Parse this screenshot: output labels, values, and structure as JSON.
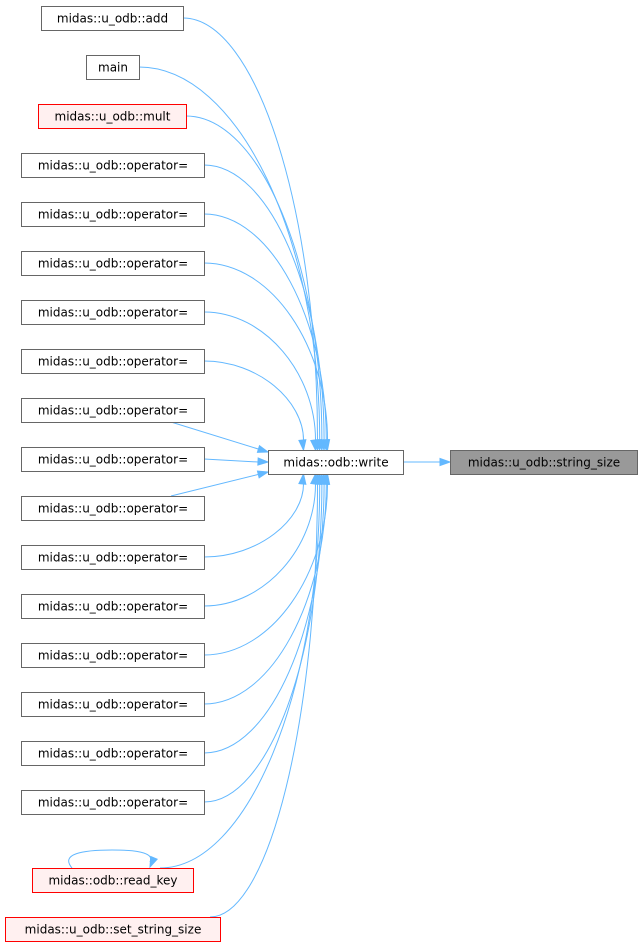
{
  "diagram": {
    "type": "call-graph",
    "colors": {
      "edge": "#63b8ff",
      "node_border": "#666666",
      "node_fill": "#ffffff",
      "red_border": "#ff0000",
      "red_fill": "#fff0f0",
      "focus_fill": "#999999",
      "focus_border": "#666666"
    },
    "focus_node": {
      "id": "string_size",
      "label": "midas::u_odb::string_size"
    },
    "hub_node": {
      "id": "write",
      "label": "midas::odb::write"
    },
    "callers": [
      {
        "id": "add",
        "label": "midas::u_odb::add",
        "style": "normal"
      },
      {
        "id": "main",
        "label": "main",
        "style": "normal"
      },
      {
        "id": "mult",
        "label": "midas::u_odb::mult",
        "style": "red"
      },
      {
        "id": "op1",
        "label": "midas::u_odb::operator=",
        "style": "normal"
      },
      {
        "id": "op2",
        "label": "midas::u_odb::operator=",
        "style": "normal"
      },
      {
        "id": "op3",
        "label": "midas::u_odb::operator=",
        "style": "normal"
      },
      {
        "id": "op4",
        "label": "midas::u_odb::operator=",
        "style": "normal"
      },
      {
        "id": "op5",
        "label": "midas::u_odb::operator=",
        "style": "normal"
      },
      {
        "id": "op6",
        "label": "midas::u_odb::operator=",
        "style": "normal"
      },
      {
        "id": "op7",
        "label": "midas::u_odb::operator=",
        "style": "normal"
      },
      {
        "id": "op8",
        "label": "midas::u_odb::operator=",
        "style": "normal"
      },
      {
        "id": "op9",
        "label": "midas::u_odb::operator=",
        "style": "normal"
      },
      {
        "id": "op10",
        "label": "midas::u_odb::operator=",
        "style": "normal"
      },
      {
        "id": "op11",
        "label": "midas::u_odb::operator=",
        "style": "normal"
      },
      {
        "id": "op12",
        "label": "midas::u_odb::operator=",
        "style": "normal"
      },
      {
        "id": "op13",
        "label": "midas::u_odb::operator=",
        "style": "normal"
      },
      {
        "id": "op14",
        "label": "midas::u_odb::operator=",
        "style": "normal"
      },
      {
        "id": "read_key",
        "label": "midas::odb::read_key",
        "style": "red"
      },
      {
        "id": "set_string_size",
        "label": "midas::u_odb::set_string_size",
        "style": "red"
      }
    ],
    "edges": [
      {
        "from": "add",
        "to": "write"
      },
      {
        "from": "main",
        "to": "write"
      },
      {
        "from": "mult",
        "to": "write"
      },
      {
        "from": "op1",
        "to": "write"
      },
      {
        "from": "op2",
        "to": "write"
      },
      {
        "from": "op3",
        "to": "write"
      },
      {
        "from": "op4",
        "to": "write"
      },
      {
        "from": "op5",
        "to": "write"
      },
      {
        "from": "op6",
        "to": "write"
      },
      {
        "from": "op7",
        "to": "write"
      },
      {
        "from": "op8",
        "to": "write"
      },
      {
        "from": "op9",
        "to": "write"
      },
      {
        "from": "op10",
        "to": "write"
      },
      {
        "from": "op11",
        "to": "write"
      },
      {
        "from": "op12",
        "to": "write"
      },
      {
        "from": "op13",
        "to": "write"
      },
      {
        "from": "op14",
        "to": "write"
      },
      {
        "from": "read_key",
        "to": "write"
      },
      {
        "from": "read_key",
        "to": "read_key"
      },
      {
        "from": "set_string_size",
        "to": "write"
      },
      {
        "from": "write",
        "to": "string_size"
      }
    ]
  }
}
